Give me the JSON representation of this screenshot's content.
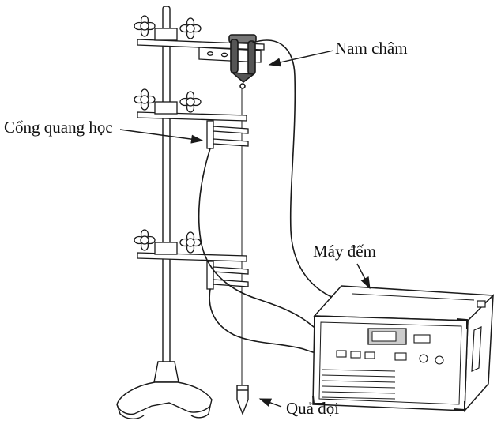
{
  "figure": {
    "background": "#ffffff",
    "stroke_color": "#1a1a1a",
    "magnet_fill": "#555555"
  },
  "labels": {
    "magnet": "Nam châm",
    "photogate": "Cổng quang học",
    "counter": "Máy đếm",
    "plumb_bob": "Quả dọi"
  }
}
